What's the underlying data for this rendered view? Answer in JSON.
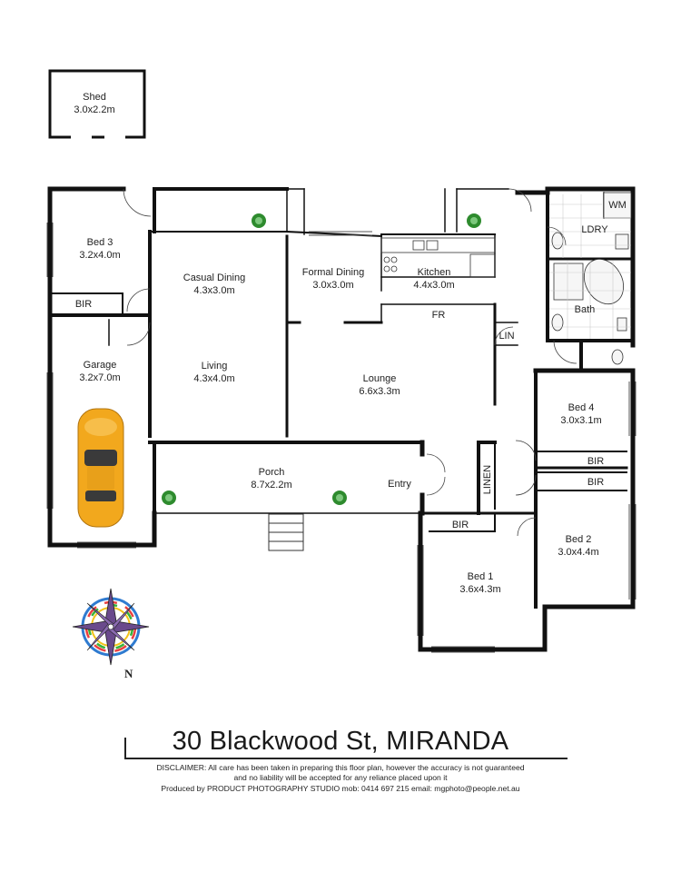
{
  "rooms": {
    "shed": {
      "name": "Shed",
      "size": "3.0x2.2m"
    },
    "bed3": {
      "name": "Bed 3",
      "size": "3.2x4.0m"
    },
    "bir_bed3": {
      "name": "BIR"
    },
    "casual_dining": {
      "name": "Casual Dining",
      "size": "4.3x3.0m"
    },
    "formal_dining": {
      "name": "Formal Dining",
      "size": "3.0x3.0m"
    },
    "kitchen": {
      "name": "Kitchen",
      "size": "4.4x3.0m"
    },
    "laundry": {
      "name": "LDRY"
    },
    "wm": {
      "name": "WM"
    },
    "bath": {
      "name": "Bath"
    },
    "fr": {
      "name": "FR"
    },
    "lin": {
      "name": "LIN"
    },
    "garage": {
      "name": "Garage",
      "size": "3.2x7.0m"
    },
    "living": {
      "name": "Living",
      "size": "4.3x4.0m"
    },
    "lounge": {
      "name": "Lounge",
      "size": "6.6x3.3m"
    },
    "bed4": {
      "name": "Bed 4",
      "size": "3.0x3.1m"
    },
    "bir_bed4": {
      "name": "BIR"
    },
    "bir_bed2": {
      "name": "BIR"
    },
    "porch": {
      "name": "Porch",
      "size": "8.7x2.2m"
    },
    "entry": {
      "name": "Entry"
    },
    "linen": {
      "name": "LINEN"
    },
    "bir_bed1": {
      "name": "BIR"
    },
    "bed2": {
      "name": "Bed 2",
      "size": "3.0x4.4m"
    },
    "bed1": {
      "name": "Bed 1",
      "size": "3.6x4.3m"
    }
  },
  "compass": {
    "north_label": "N"
  },
  "footer": {
    "address": "30 Blackwood St, MIRANDA",
    "disclaimer_line1": "DISCLAIMER: All care has been taken in preparing this floor plan, however the accuracy is not guaranteed",
    "disclaimer_line2": "and no liability will be accepted for any reliance placed upon it",
    "producer_line": "Produced by PRODUCT PHOTOGRAPHY STUDIO mob: 0414 697 215  email: mgphoto@people.net.au"
  },
  "colors": {
    "wall": "#111111",
    "car_body": "#f2a81d",
    "plant": "#2e8b2e",
    "compass_star": "#6a4a8c"
  }
}
